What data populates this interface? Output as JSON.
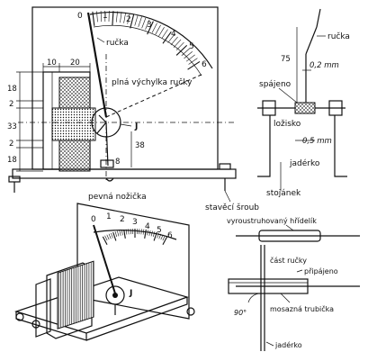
{
  "labels": {
    "rucka": "ručka",
    "plna_vychylka": "plná výchylka ručky",
    "pevna_nozicka": "pevná nožička",
    "stavecí_sroub": "stavěcí šroub",
    "J_main": "J",
    "spajeno": "spájeno",
    "lozisko": "ložisko",
    "jadrko_top": "jadérko",
    "stojanek": "stojánek",
    "rucka_right": "ručka",
    "dim_02mm": "0,2 mm",
    "dim_05mm": "0,5 mm",
    "vyroustruhovany_hridelik": "vyroustruhovaný hřídelík",
    "cast_rucky": "část ručky",
    "pripajeno": "připájeno",
    "mosazna_trubicka": "mosazná trubička",
    "jadrko_bottom": "jadérko",
    "angle_90": "90°",
    "J_persp": "J"
  },
  "dimensions": {
    "d10": "10",
    "d20": "20",
    "d18a": "18",
    "d2a": "2",
    "d33": "33",
    "d2b": "2",
    "d18b": "18",
    "d38": "38",
    "d8": "8",
    "d75": "75"
  },
  "scale_top": [
    "0",
    "1",
    "2",
    "3",
    "4",
    "5",
    "6"
  ],
  "scale_persp": [
    "0",
    "1",
    "2",
    "3",
    "4",
    "5",
    "6"
  ]
}
